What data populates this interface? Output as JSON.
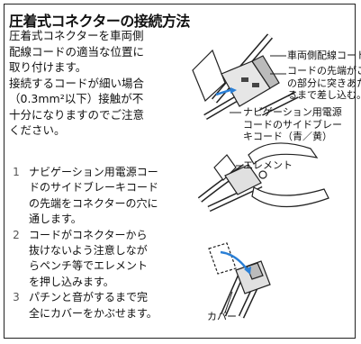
{
  "title": "圧着式コネクターの接続方法",
  "intro": {
    "para1": [
      "圧着式コネクターを車両側",
      "配線コードの適当な位置に",
      "取り付けます。"
    ],
    "para2": [
      "接続するコードが細い場合",
      "（0.3mm²以下）接触が不",
      "十分になりますのでご注意",
      "ください。"
    ]
  },
  "steps": [
    {
      "num": "1",
      "lines": [
        "ナビゲーション用電源コー",
        "ドのサイドブレーキコード",
        "の先端をコネクターの穴に",
        "通します。"
      ]
    },
    {
      "num": "2",
      "lines": [
        "コードがコネクターから",
        "抜けないよう注意しなが",
        "らペンチ等でエレメント",
        "を押し込みます。"
      ]
    },
    {
      "num": "3",
      "lines": [
        "パチンと音がするまで完",
        "全にカバーをかぶせます。"
      ]
    }
  ],
  "labels": {
    "vehicle_cord": "車両側配線コード",
    "cord_tip": [
      "コードの先端がこ",
      "の部分に突きあた",
      "るまで差し込む。"
    ],
    "nav_cord": [
      "ナビゲーション用電源",
      "コードのサイドブレー",
      "キコード（青／黄）"
    ],
    "element": "エレメント",
    "cover": "カバー"
  }
}
